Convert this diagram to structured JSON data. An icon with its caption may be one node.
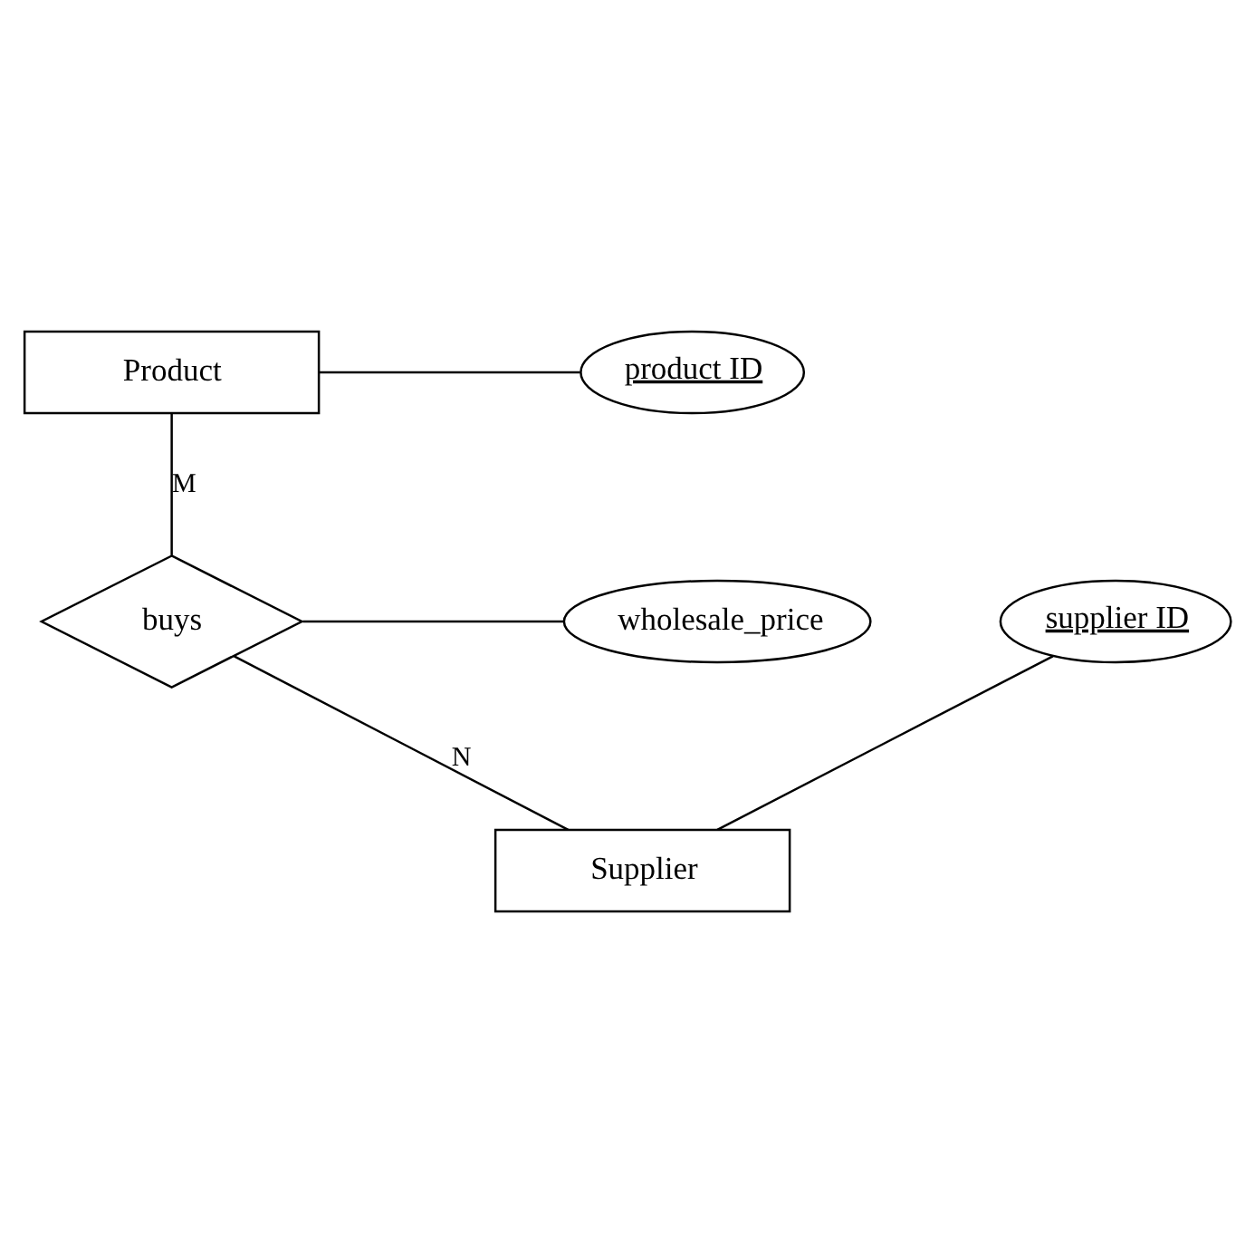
{
  "diagram": {
    "nodes": [
      {
        "text": [
          "Product"
        ]
      },
      {
        "text": [
          "product ID"
        ]
      },
      {
        "text": [
          "buys"
        ]
      },
      {
        "text": [
          "wholesale_price"
        ]
      },
      {
        "text": [
          "supplier ID"
        ]
      },
      {
        "text": [
          "Supplier"
        ]
      }
    ],
    "edges": [
      {
        "from": 0,
        "to": 1,
        "arrow": "none"
      },
      {
        "from": 0,
        "to": 2,
        "arrow": "none",
        "label": "M"
      },
      {
        "from": 2,
        "to": 3,
        "arrow": "none"
      },
      {
        "from": 2,
        "to": 5,
        "arrow": "none",
        "label": "N"
      },
      {
        "from": 4,
        "to": 5,
        "arrow": "none"
      }
    ]
  }
}
